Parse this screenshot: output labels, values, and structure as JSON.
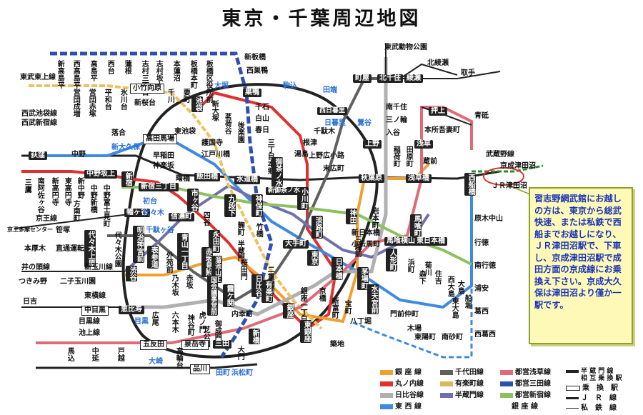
{
  "title": "東京・千葉周辺地図",
  "info_box": {
    "text": "習志野網武館にお越しの方は、東京から総武快速、または私鉄で西船までお越しになり、ＪＲ津田沼駅で、下車し、京成津田沼駅で成田方面の京成線にお乗換え下さい。京成大久保は津田沼より僅か一駅です。"
  },
  "colors": {
    "ginza": "#f0a030",
    "marunouchi": "#e03030",
    "hibiya": "#b0b0b0",
    "tozai": "#3d8ae0",
    "chiyoda": "#606060",
    "yurakucho": "#d9b860",
    "hanzomon": "#7070b0",
    "asakusa": "#e06a78",
    "mita": "#3050b0",
    "shinjuku": "#8cc060",
    "jr": "#222222",
    "yamanote": "#222222",
    "namboku": "#2aa088",
    "oedo": "#c03060"
  },
  "legend": {
    "items": [
      "銀 座 線",
      "丸ノ内線",
      "日比谷線",
      "東 西 線",
      "千代田線",
      "有楽町線",
      "半蔵門線",
      "都営浅草線",
      "都営三田線",
      "都営新宿線",
      "銀 座 線",
      "半 蔵 門 線",
      "相 互 乗 換 駅",
      "乗　換　駅",
      "Ｊ　Ｒ　線",
      "私　鉄　線"
    ]
  },
  "stations": {
    "s01": "東武東上線",
    "s02": "新板橋",
    "s03": "西巣鴨",
    "s04": "新高島平",
    "s05": "西高島平",
    "s06": "高島平",
    "s07": "西台",
    "s08": "蓮根",
    "s09": "志村三丁目",
    "s10": "志村坂上",
    "s11": "本蓮沼",
    "s12": "板橋本町",
    "s13": "板橋区役所前",
    "s14": "東武動物公園",
    "s15": "北綾瀬",
    "s16": "取手",
    "s17": "小竹向原",
    "s18": "新桜台",
    "s19": "千川",
    "s20": "要町",
    "s21": "池袋",
    "s22": "大塚",
    "s23": "巣鴨",
    "s24": "駒込",
    "s25": "田端",
    "s26": "町屋",
    "s27": "北千住",
    "s28": "綾瀬",
    "s29": "営団成増",
    "s30": "営団赤塚",
    "s31": "平和台",
    "s32": "氷川台",
    "s33": "西武池袋線",
    "s34": "西武新宿線",
    "s35": "新大塚",
    "s36": "茗荷谷",
    "s37": "後楽園",
    "s38": "千石",
    "s39": "白山",
    "s40": "春日",
    "s41": "西日暮里",
    "s42": "日暮里",
    "s43": "千駄木",
    "s44": "鶯谷",
    "s45": "南千住",
    "s46": "三ノ輪",
    "s47": "入谷",
    "s48": "押上",
    "s49": "青砥",
    "s50": "本所吾妻町",
    "s51": "落合",
    "s52": "高田馬場",
    "s53": "東池袋",
    "s54": "護国寺",
    "s55": "江戸川橋",
    "s56": "三丁目本郷",
    "s57": "根津",
    "s58": "湯島",
    "s59": "上野",
    "s60": "浅草",
    "s61": "上野広小路",
    "s62": "末広町",
    "s63": "稲荷町",
    "s64": "田原町",
    "s65": "蔵前",
    "s66": "荻窪",
    "s67": "中野",
    "s68": "新大久保",
    "s69": "早稲田",
    "s70": "神楽坂",
    "s71": "飯田橋",
    "s72": "御茶ノ水",
    "s73": "水道橋",
    "s74": "秋葉原",
    "s75": "浅草橋",
    "s76": "武蔵野線",
    "s77": "西船橋",
    "s78": "京成津田沼",
    "s79": "ＪＲ津田沼",
    "s80": "中野坂上",
    "s81": "新宿",
    "s82": "曙橋",
    "s83": "新宿三丁目",
    "s84": "市ヶ谷",
    "s85": "九段下",
    "s86": "神保町",
    "s87": "小川町",
    "s88": "新御茶ノ水",
    "s89": "南阿佐ヶ谷",
    "s90": "新高円寺",
    "s91": "東高円寺",
    "s92": "新中野",
    "s93": "中野新橋",
    "s94": "中野富士見町",
    "s95": "方南町",
    "s96": "三鷹",
    "s97": "京王線",
    "s98": "京王多摩センター",
    "s99": "笹塚",
    "s100": "幡ヶ谷",
    "s101": "初台",
    "s102": "代々木",
    "s103": "千駄ヶ谷",
    "s104": "信濃町",
    "s105": "四谷",
    "s106": "麹町",
    "s107": "竹橋",
    "s108": "淡路町",
    "s109": "神田",
    "s110": "岩本町",
    "s111": "馬喰町",
    "s112": "東日本橋",
    "s113": "馬喰横山",
    "s114": "原木中山",
    "s115": "本厚木",
    "s116": "直通運転",
    "s117": "代々木上原",
    "s118": "代々木公園",
    "s119": "明治神宮前",
    "s120": "表参道",
    "s121": "青山一丁目",
    "s122": "永田町",
    "s123": "赤坂見附",
    "s124": "半蔵門",
    "s125": "大手町",
    "s126": "東京",
    "s127": "三越前",
    "s128": "新日本橋",
    "s129": "小伝馬町",
    "s130": "人形町",
    "s131": "浜町",
    "s132": "森下",
    "s133": "菊川",
    "s134": "住吉",
    "s135": "西大島",
    "s136": "大島",
    "s137": "東大島",
    "s138": "船堀",
    "s139": "行徳",
    "s140": "南行徳",
    "s141": "浦安",
    "s142": "葛西",
    "s143": "西葛西",
    "s144": "井の頭線",
    "s145": "つきみ野",
    "s146": "二子玉川園",
    "s147": "新玉川線",
    "s148": "渋谷",
    "s149": "外苑前",
    "s150": "乃木坂",
    "s151": "赤坂",
    "s152": "溜池山王",
    "s153": "桜田門",
    "s154": "国会議事堂前",
    "s155": "霞ケ関",
    "s156": "日比谷",
    "s157": "二重橋前",
    "s158": "有楽町",
    "s159": "銀座一丁目",
    "s160": "京橋",
    "s161": "日本橋",
    "s162": "茅場町",
    "s163": "水天宮前",
    "s164": "門前仲町",
    "s165": "木場",
    "s166": "東陽町",
    "s167": "南砂町",
    "s168": "八丁堀",
    "s169": "新富町",
    "s170": "銀座",
    "s171": "東銀座",
    "s172": "築地",
    "s173": "宝町",
    "s174": "内幸町",
    "s175": "新橋",
    "s176": "虎ノ門",
    "s177": "神谷町",
    "s178": "御成門",
    "s179": "芝公園",
    "s180": "六本木",
    "s181": "広尾",
    "s182": "恵比寿",
    "s183": "中目黒",
    "s184": "日吉",
    "s185": "東横線",
    "s186": "目黒線",
    "s187": "池上線",
    "s188": "目黒",
    "s189": "五反田",
    "s190": "泉岳寺",
    "s191": "高輪台",
    "s192": "三田",
    "s193": "大門",
    "s194": "馬込",
    "s195": "中延",
    "s196": "戸越",
    "s197": "大崎",
    "s198": "品川",
    "s199": "田町",
    "s200": "浜松町",
    "s201": "新日本橋",
    "s202": "小伝馬町",
    "s203": "新高円寺"
  }
}
